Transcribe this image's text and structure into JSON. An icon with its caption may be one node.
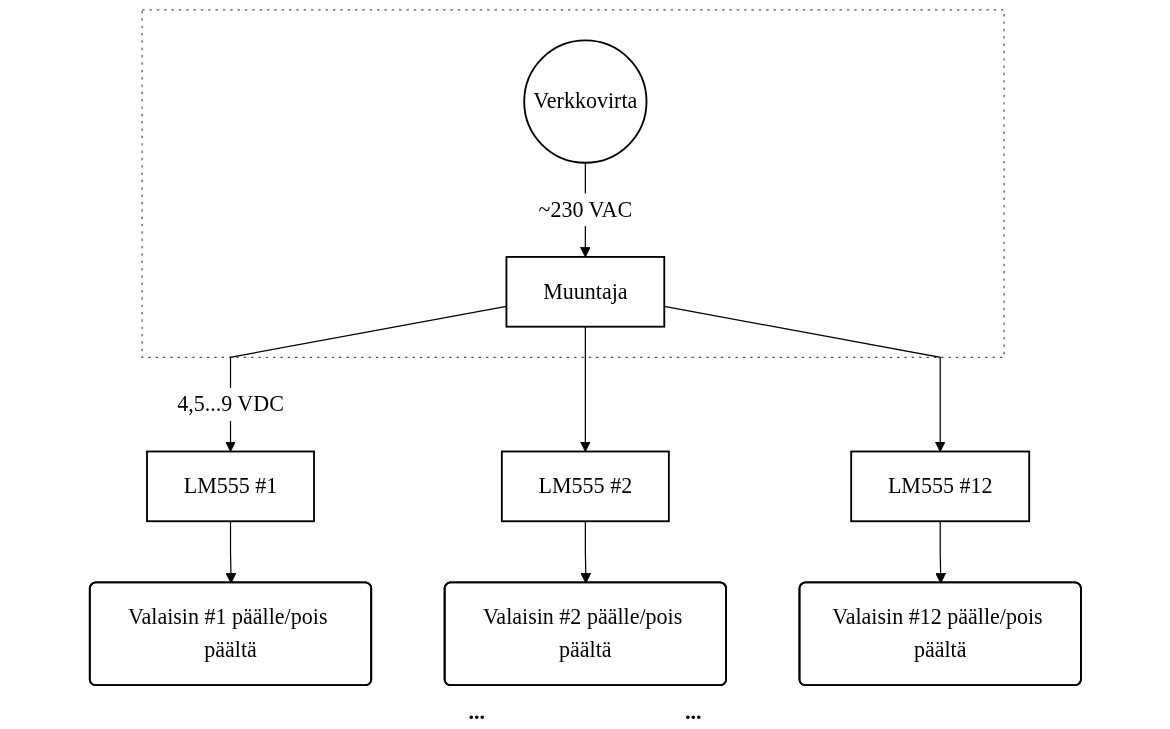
{
  "diagram": {
    "nodes": [
      {
        "text": [],
        "shape": "box"
      },
      {
        "text": [
          "Verkkovirta"
        ],
        "in": 0
      },
      {
        "text": [
          "Muuntaja"
        ],
        "in": 0
      },
      {
        "text": [
          "LM555 #1"
        ]
      },
      {
        "text": [
          "LM555 #2"
        ]
      },
      {
        "text": [
          "LM555 #12"
        ]
      },
      {
        "text": [
          "Valaisin #1 päälle/pois päältä"
        ]
      },
      {
        "text": [
          "Valaisin #2 päälle/pois päältä"
        ]
      },
      {
        "text": [
          "Valaisin #12 päälle/pois päältä"
        ]
      }
    ],
    "edges": [
      {
        "from": 1,
        "to": 2,
        "arrow": "to",
        "label": "~230 VAC"
      },
      {
        "from": 2,
        "to": 3,
        "arrow": "to",
        "label": "4,5...9 VDC"
      },
      {
        "from": 2,
        "to": 4,
        "arrow": "to"
      },
      {
        "from": 2,
        "to": 5,
        "arrow": "to"
      },
      {
        "from": 3,
        "to": 6,
        "arrow": "to"
      },
      {
        "from": 4,
        "to": 7,
        "arrow": "to"
      },
      {
        "from": 5,
        "to": 8,
        "arrow": "to"
      }
    ],
    "labels": [
      "...",
      "..."
    ]
  }
}
